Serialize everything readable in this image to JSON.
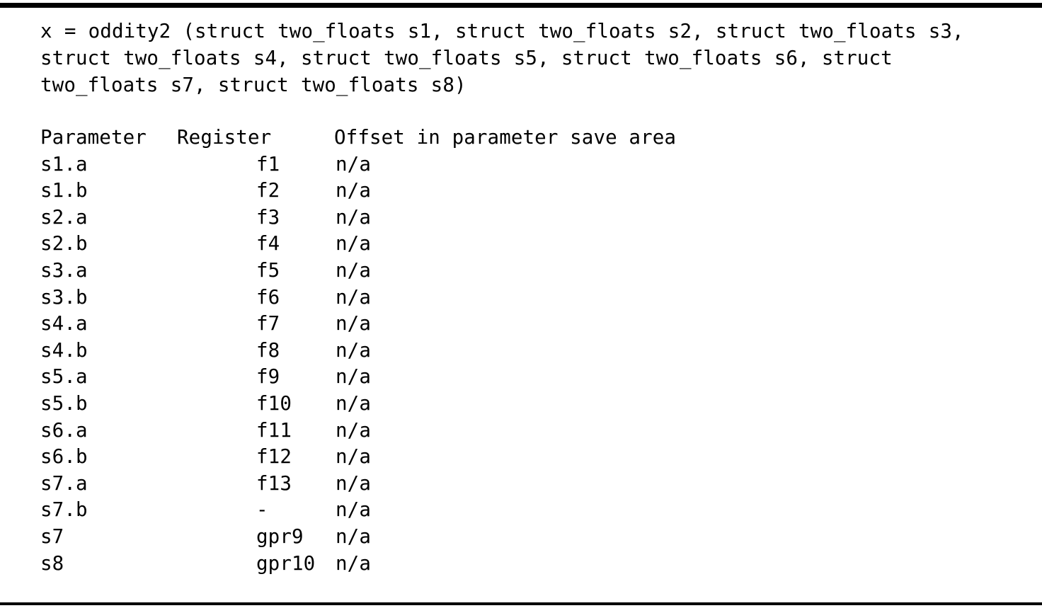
{
  "document": {
    "kind": "abi-parameter-passing-example",
    "signature_lines": [
      "x = oddity2 (struct two_floats s1, struct two_floats s2, struct two_floats s3, struct",
      "two_floats s4, struct two_floats s5, struct two_floats s6, struct two_floats s7, struct",
      "two_floats s8)"
    ],
    "signature_text": "x = oddity2 (struct two_floats s1, struct two_floats s2, struct two_floats s3, struct two_floats s4, struct two_floats s5, struct two_floats s6, struct two_floats s7, struct two_floats s8)",
    "table": {
      "headers": {
        "parameter": "Parameter",
        "register": "Register",
        "offset": "Offset in parameter save area"
      },
      "rows": [
        {
          "parameter": "s1.a",
          "register": "f1",
          "offset": "n/a"
        },
        {
          "parameter": "s1.b",
          "register": "f2",
          "offset": "n/a"
        },
        {
          "parameter": "s2.a",
          "register": "f3",
          "offset": "n/a"
        },
        {
          "parameter": "s2.b",
          "register": "f4",
          "offset": "n/a"
        },
        {
          "parameter": "s3.a",
          "register": "f5",
          "offset": "n/a"
        },
        {
          "parameter": "s3.b",
          "register": "f6",
          "offset": "n/a"
        },
        {
          "parameter": "s4.a",
          "register": "f7",
          "offset": "n/a"
        },
        {
          "parameter": "s4.b",
          "register": "f8",
          "offset": "n/a"
        },
        {
          "parameter": "s5.a",
          "register": "f9",
          "offset": "n/a"
        },
        {
          "parameter": "s5.b",
          "register": "f10",
          "offset": "n/a"
        },
        {
          "parameter": "s6.a",
          "register": "f11",
          "offset": "n/a"
        },
        {
          "parameter": "s6.b",
          "register": "f12",
          "offset": "n/a"
        },
        {
          "parameter": "s7.a",
          "register": "f13",
          "offset": "n/a"
        },
        {
          "parameter": "s7.b",
          "register": "-",
          "offset": "n/a"
        },
        {
          "parameter": "s7",
          "register": "gpr9",
          "offset": "n/a"
        },
        {
          "parameter": "s8",
          "register": "gpr10",
          "offset": "n/a"
        }
      ]
    },
    "colors": {
      "text": "#000000",
      "background": "#ffffff",
      "rule": "#000000"
    }
  }
}
